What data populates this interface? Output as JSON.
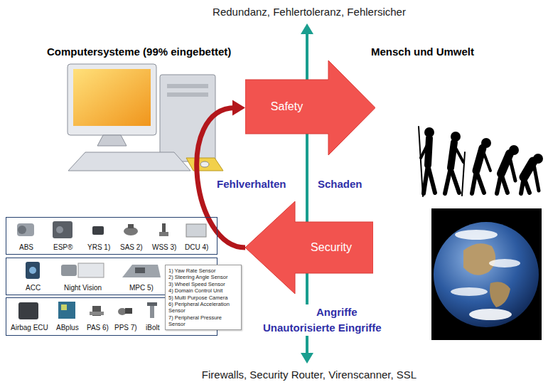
{
  "diagram": {
    "nodes": [
      {
        "text": [
          "Safety"
        ]
      },
      {
        "text": [
          "Security"
        ]
      },
      {
        "text": [
          "ABS",
          "ESP®",
          "YRS 1)",
          "SAS 2)",
          "WSS 3)",
          "DCU 4)"
        ]
      },
      {
        "text": [
          "ACC",
          "Night Vision",
          "MPC 5)"
        ]
      },
      {
        "text": [
          "Airbag ECU",
          "ABplus",
          "PAS 6)",
          "PPS 7)",
          "iBolt"
        ]
      },
      {
        "text": [
          "1) Yaw Rate Sensor",
          "2) Steering Angle Sensor",
          "3) Wheel Speed Sensor",
          "4) Domain Control Unit",
          "5) Multi Purpose Camera",
          "6) Peripheral Acceleration Sensor",
          "7) Peripheral Pressure Sensor"
        ]
      }
    ],
    "edges": [
      {
        "from": 1,
        "to": 0,
        "arrow": "to"
      }
    ],
    "labels": [
      "Redundanz, Fehlertoleranz, Fehlersicher",
      "Computersysteme (99% eingebettet)",
      "Mensch und Umwelt",
      "Fehlverhalten",
      "Schaden",
      "Angriffe Unautorisierte Eingriffe",
      "Firewalls, Security Router, Virenscanner, SSL"
    ]
  }
}
